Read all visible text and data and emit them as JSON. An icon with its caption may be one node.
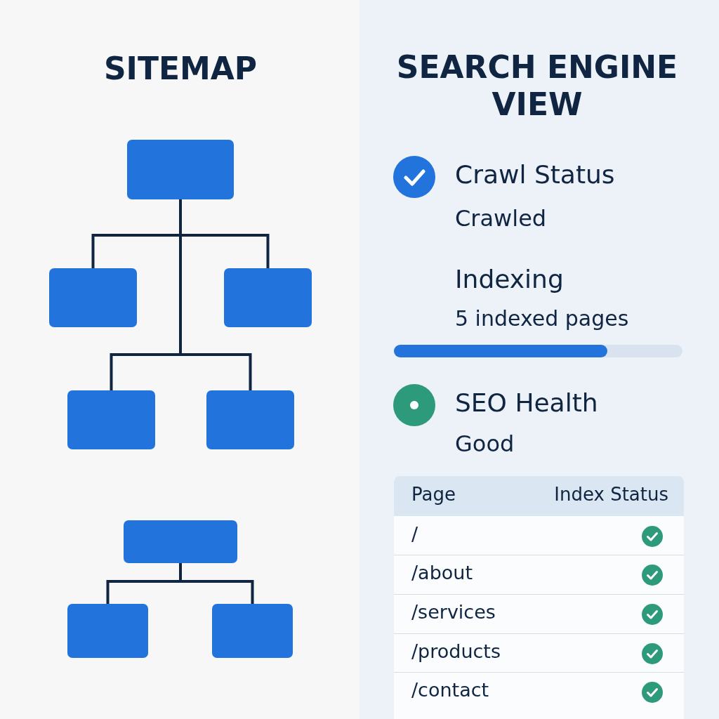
{
  "diagram": {
    "nodes": [
      {
        "text": [],
        "shape": "box"
      },
      {
        "text": [],
        "shape": "box"
      },
      {
        "text": [],
        "shape": "box"
      },
      {
        "text": [],
        "shape": "box"
      },
      {
        "text": [],
        "shape": "box"
      },
      {
        "text": [],
        "shape": "box"
      },
      {
        "text": [],
        "shape": "box"
      },
      {
        "text": [],
        "shape": "box"
      }
    ],
    "edges": [
      {
        "from": 0,
        "to": 1,
        "arrow": "none"
      },
      {
        "from": 0,
        "to": 2,
        "arrow": "none"
      },
      {
        "from": 0,
        "to": 3,
        "arrow": "none"
      },
      {
        "from": 0,
        "to": 4,
        "arrow": "none"
      },
      {
        "from": 5,
        "to": 6,
        "arrow": "none"
      },
      {
        "from": 5,
        "to": 7,
        "arrow": "none"
      }
    ],
    "labels": [
      "SITEMAP",
      "SEARCH ENGINE VIEW",
      "Crawl Status",
      "Crawled",
      "Indexing",
      "5 indexed pages",
      "SEO Health",
      "Good",
      "Page",
      "Index Status",
      "/",
      "/about",
      "/services",
      "/products",
      "/contact"
    ]
  }
}
